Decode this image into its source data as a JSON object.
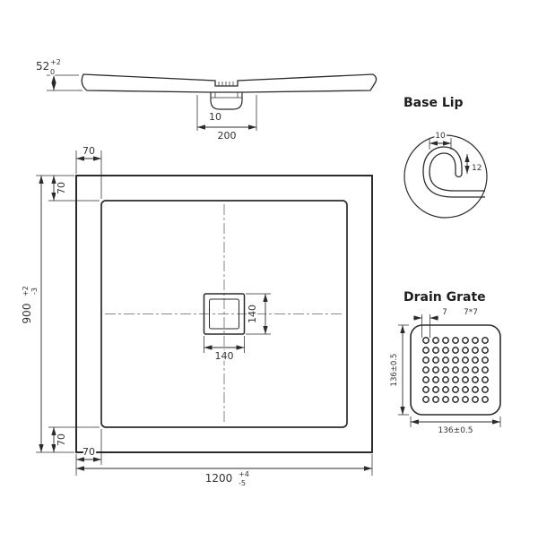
{
  "section_view": {
    "height": "52",
    "height_tol_up": "+2",
    "height_tol_down": "0",
    "drain_offset": "10",
    "drain_width": "200"
  },
  "plan_view": {
    "border_top": "70",
    "border_left_top": "70",
    "border_left_bottom": "70",
    "border_bottom": "70",
    "overall_height": "900",
    "overall_height_tol_up": "+2",
    "overall_height_tol_down": "-3",
    "overall_width": "1200",
    "overall_width_tol_up": "+4",
    "overall_width_tol_down": "-5",
    "drain_width": "140",
    "drain_height": "140"
  },
  "base_lip": {
    "title": "Base Lip",
    "lip_width": "10",
    "lip_height": "12"
  },
  "drain_grate": {
    "title": "Drain Grate",
    "hole_size": "7",
    "hole_grid": "7*7",
    "grate_height": "136±0.5",
    "grate_width": "136±0.5"
  },
  "colors": {
    "line": "#2b2b2b",
    "text": "#333333",
    "centerline": "#666666",
    "background": "#ffffff"
  }
}
